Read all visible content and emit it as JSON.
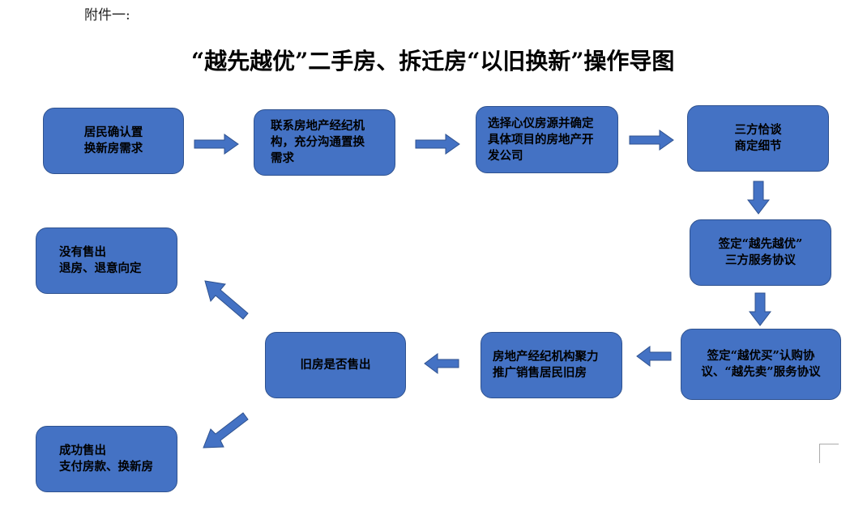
{
  "document": {
    "attachment_label": "附件一:",
    "title": "“越先越优”二手房、拆迁房“以旧换新”操作导图"
  },
  "colors": {
    "box_fill": "#4472c4",
    "box_border": "#2f528f",
    "arrow_fill": "#4472c4"
  },
  "steps": [
    {
      "id": "s1",
      "lines": [
        "居民确认置",
        "换新房需求"
      ]
    },
    {
      "id": "s2",
      "lines": [
        "联系房地产经纪机",
        "构，充分沟通置换",
        "需求"
      ]
    },
    {
      "id": "s3",
      "lines": [
        "选择心仪房源并确定",
        "具体项目的房地产开",
        "发公司"
      ]
    },
    {
      "id": "s4",
      "lines": [
        "三方恰谈",
        "商定细节"
      ]
    },
    {
      "id": "s5",
      "lines": [
        "签定“越先越优”",
        "三方服务协议"
      ]
    },
    {
      "id": "s6",
      "lines": [
        "签定“越优买”认购协",
        "议、“越先卖”服务协议"
      ]
    },
    {
      "id": "s7",
      "lines": [
        "房地产经纪机构聚力",
        "推广销售居民旧房"
      ]
    },
    {
      "id": "s8",
      "lines": [
        "旧房是否售出"
      ]
    },
    {
      "id": "s9",
      "lines": [
        "没有售出",
        "退房、退意向定"
      ]
    },
    {
      "id": "s10",
      "lines": [
        "成功售出",
        "支付房款、换新房"
      ]
    }
  ],
  "connections": [
    {
      "from": "s1",
      "to": "s2",
      "direction": "right"
    },
    {
      "from": "s2",
      "to": "s3",
      "direction": "right"
    },
    {
      "from": "s3",
      "to": "s4",
      "direction": "right"
    },
    {
      "from": "s4",
      "to": "s5",
      "direction": "down"
    },
    {
      "from": "s5",
      "to": "s6",
      "direction": "down"
    },
    {
      "from": "s6",
      "to": "s7",
      "direction": "left"
    },
    {
      "from": "s7",
      "to": "s8",
      "direction": "left"
    },
    {
      "from": "s8",
      "to": "s9",
      "direction": "up-left"
    },
    {
      "from": "s8",
      "to": "s10",
      "direction": "down-left"
    }
  ]
}
